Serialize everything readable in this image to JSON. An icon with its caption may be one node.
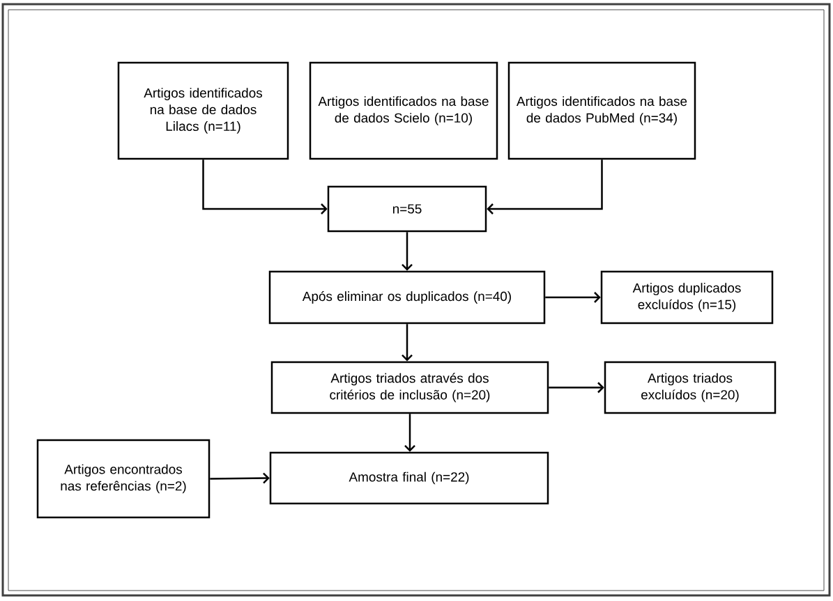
{
  "diagram": {
    "nodes": [
      {
        "text": [
          "Artigos identificados na base de dados Lilacs (n=11)"
        ]
      },
      {
        "text": [
          "Artigos identificados na base de dados Scielo (n=10)"
        ]
      },
      {
        "text": [
          "Artigos identificados na base de dados PubMed (n=34)"
        ]
      },
      {
        "text": [
          "n=55"
        ]
      },
      {
        "text": [
          "Após eliminar os duplicados (n=40)"
        ]
      },
      {
        "text": [
          "Artigos duplicados excluídos (n=15)"
        ]
      },
      {
        "text": [
          "Artigos triados através dos critérios de inclusão (n=20)"
        ]
      },
      {
        "text": [
          "Artigos triados excluídos (n=20)"
        ]
      },
      {
        "text": [
          "Amostra final (n=22)"
        ]
      },
      {
        "text": [
          "Artigos encontrados nas referências (n=2)"
        ]
      }
    ],
    "edges": [
      {
        "from": 0,
        "to": 3,
        "arrow": "to"
      },
      {
        "from": 2,
        "to": 3,
        "arrow": "to"
      },
      {
        "from": 3,
        "to": 4,
        "arrow": "to"
      },
      {
        "from": 4,
        "to": 5,
        "arrow": "to"
      },
      {
        "from": 4,
        "to": 6,
        "arrow": "to"
      },
      {
        "from": 6,
        "to": 7,
        "arrow": "to"
      },
      {
        "from": 6,
        "to": 8,
        "arrow": "to"
      },
      {
        "from": 9,
        "to": 8,
        "arrow": "to"
      }
    ]
  }
}
